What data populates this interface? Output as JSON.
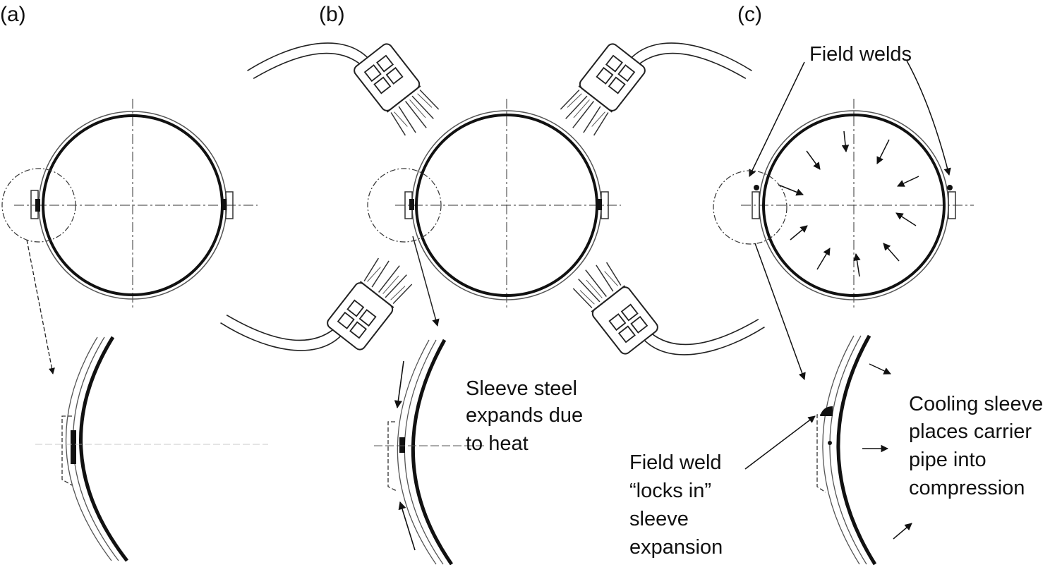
{
  "panels": {
    "a": {
      "label": "(a)"
    },
    "b": {
      "label": "(b)",
      "note_lines": [
        "Sleeve steel",
        "expands due",
        "to heat"
      ]
    },
    "c": {
      "label": "(c)",
      "field_welds": "Field welds",
      "lock_lines": [
        "Field weld",
        "“locks in”",
        "sleeve",
        "expansion"
      ],
      "cool_lines": [
        "Cooling sleeve",
        "places carrier",
        "pipe into",
        "compression"
      ]
    }
  },
  "icons": [
    "pipe-cross-section-icon",
    "sleeve-detail-icon",
    "heating-torch-icon",
    "compression-arrow-icon"
  ],
  "colors": {
    "ink": "#111111",
    "background": "#ffffff"
  }
}
